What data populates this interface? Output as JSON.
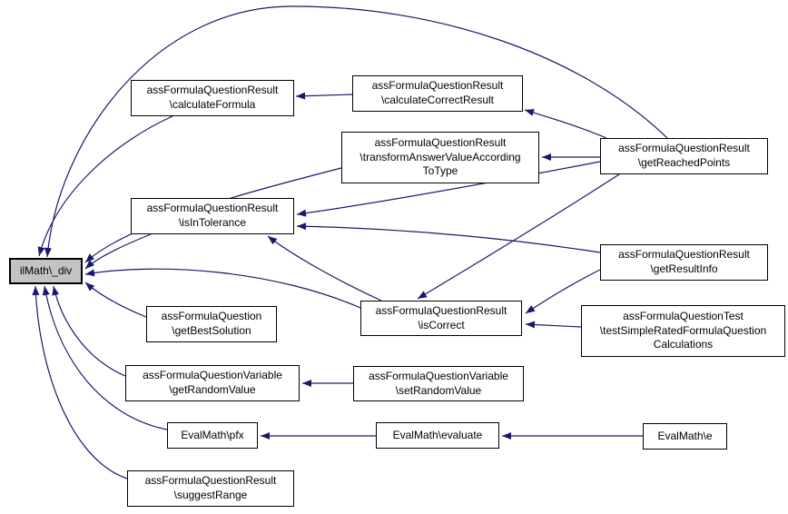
{
  "diagram": {
    "kind": "caller-graph",
    "focus_node": "ilMath\\_div"
  },
  "colors": {
    "edge": "#191970",
    "node_border": "#000000",
    "node_fill": "#ffffff",
    "focus_fill": "#c3c3c3",
    "background": "#ffffff"
  },
  "nodes": [
    {
      "id": "ilMath_div",
      "text": "ilMath\\_div"
    },
    {
      "id": "calculateFormula",
      "text": "assFormulaQuestionResult\n\\calculateFormula"
    },
    {
      "id": "calculateCorrectResult",
      "text": "assFormulaQuestionResult\n\\calculateCorrectResult"
    },
    {
      "id": "transformAnswerValueAccordingToType",
      "text": "assFormulaQuestionResult\n\\transformAnswerValueAccording\nToType"
    },
    {
      "id": "getReachedPoints",
      "text": "assFormulaQuestionResult\n\\getReachedPoints"
    },
    {
      "id": "isInTolerance",
      "text": "assFormulaQuestionResult\n\\isInTolerance"
    },
    {
      "id": "getResultInfo",
      "text": "assFormulaQuestionResult\n\\getResultInfo"
    },
    {
      "id": "getBestSolution",
      "text": "assFormulaQuestion\n\\getBestSolution"
    },
    {
      "id": "isCorrect",
      "text": "assFormulaQuestionResult\n\\isCorrect"
    },
    {
      "id": "testSimpleRatedFormulaQuestionCalculations",
      "text": "assFormulaQuestionTest\n\\testSimpleRatedFormulaQuestion\nCalculations"
    },
    {
      "id": "getRandomValue",
      "text": "assFormulaQuestionVariable\n\\getRandomValue"
    },
    {
      "id": "setRandomValue",
      "text": "assFormulaQuestionVariable\n\\setRandomValue"
    },
    {
      "id": "EvalMath_pfx",
      "text": "EvalMath\\pfx"
    },
    {
      "id": "EvalMath_evaluate",
      "text": "EvalMath\\evaluate"
    },
    {
      "id": "EvalMath_e",
      "text": "EvalMath\\e"
    },
    {
      "id": "suggestRange",
      "text": "assFormulaQuestionResult\n\\suggestRange"
    }
  ],
  "edges": [
    {
      "from": "calculateCorrectResult",
      "to": "calculateFormula"
    },
    {
      "from": "getReachedPoints",
      "to": "calculateCorrectResult"
    },
    {
      "from": "getReachedPoints",
      "to": "ilMath_div"
    },
    {
      "from": "getReachedPoints",
      "to": "transformAnswerValueAccordingToType"
    },
    {
      "from": "getReachedPoints",
      "to": "isInTolerance"
    },
    {
      "from": "getReachedPoints",
      "to": "isCorrect"
    },
    {
      "from": "calculateFormula",
      "to": "ilMath_div"
    },
    {
      "from": "transformAnswerValueAccordingToType",
      "to": "ilMath_div"
    },
    {
      "from": "isInTolerance",
      "to": "ilMath_div"
    },
    {
      "from": "getResultInfo",
      "to": "isInTolerance"
    },
    {
      "from": "getResultInfo",
      "to": "isCorrect"
    },
    {
      "from": "isCorrect",
      "to": "isInTolerance"
    },
    {
      "from": "isCorrect",
      "to": "ilMath_div"
    },
    {
      "from": "getBestSolution",
      "to": "ilMath_div"
    },
    {
      "from": "testSimpleRatedFormulaQuestionCalculations",
      "to": "isCorrect"
    },
    {
      "from": "setRandomValue",
      "to": "getRandomValue"
    },
    {
      "from": "getRandomValue",
      "to": "ilMath_div"
    },
    {
      "from": "EvalMath_evaluate",
      "to": "EvalMath_pfx"
    },
    {
      "from": "EvalMath_e",
      "to": "EvalMath_evaluate"
    },
    {
      "from": "EvalMath_pfx",
      "to": "ilMath_div"
    },
    {
      "from": "suggestRange",
      "to": "ilMath_div"
    }
  ]
}
